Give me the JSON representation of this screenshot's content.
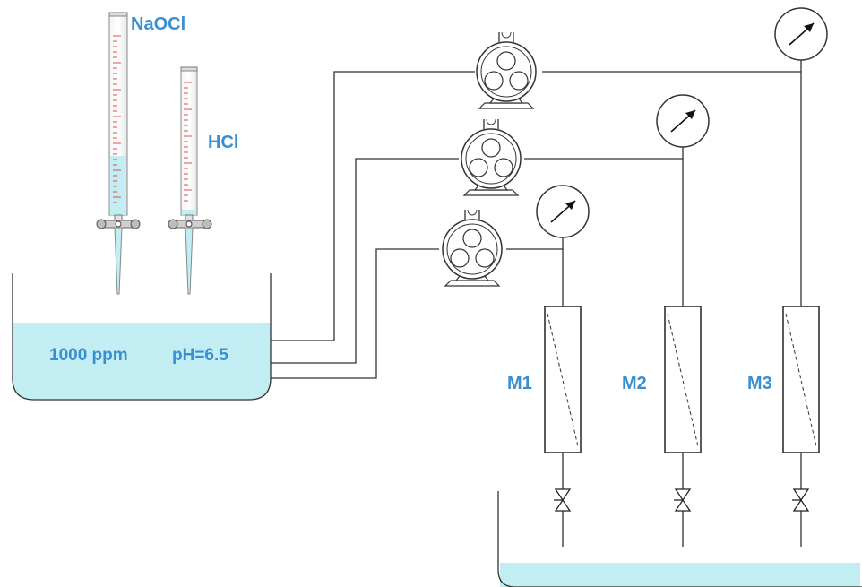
{
  "labels": {
    "naocl": "NaOCl",
    "hcl": "HCl",
    "concentration": "1000 ppm",
    "ph": "pH=6.5",
    "m1": "M1",
    "m2": "M2",
    "m3": "M3"
  },
  "colors": {
    "label": "#3a8fd0",
    "liquid": "#c2eef3",
    "line": "#333333",
    "scale": "#d9534f"
  },
  "icons": [
    "burette-icon",
    "peristaltic-pump-icon",
    "pressure-gauge-icon",
    "membrane-module-icon",
    "valve-icon",
    "tank-icon"
  ]
}
